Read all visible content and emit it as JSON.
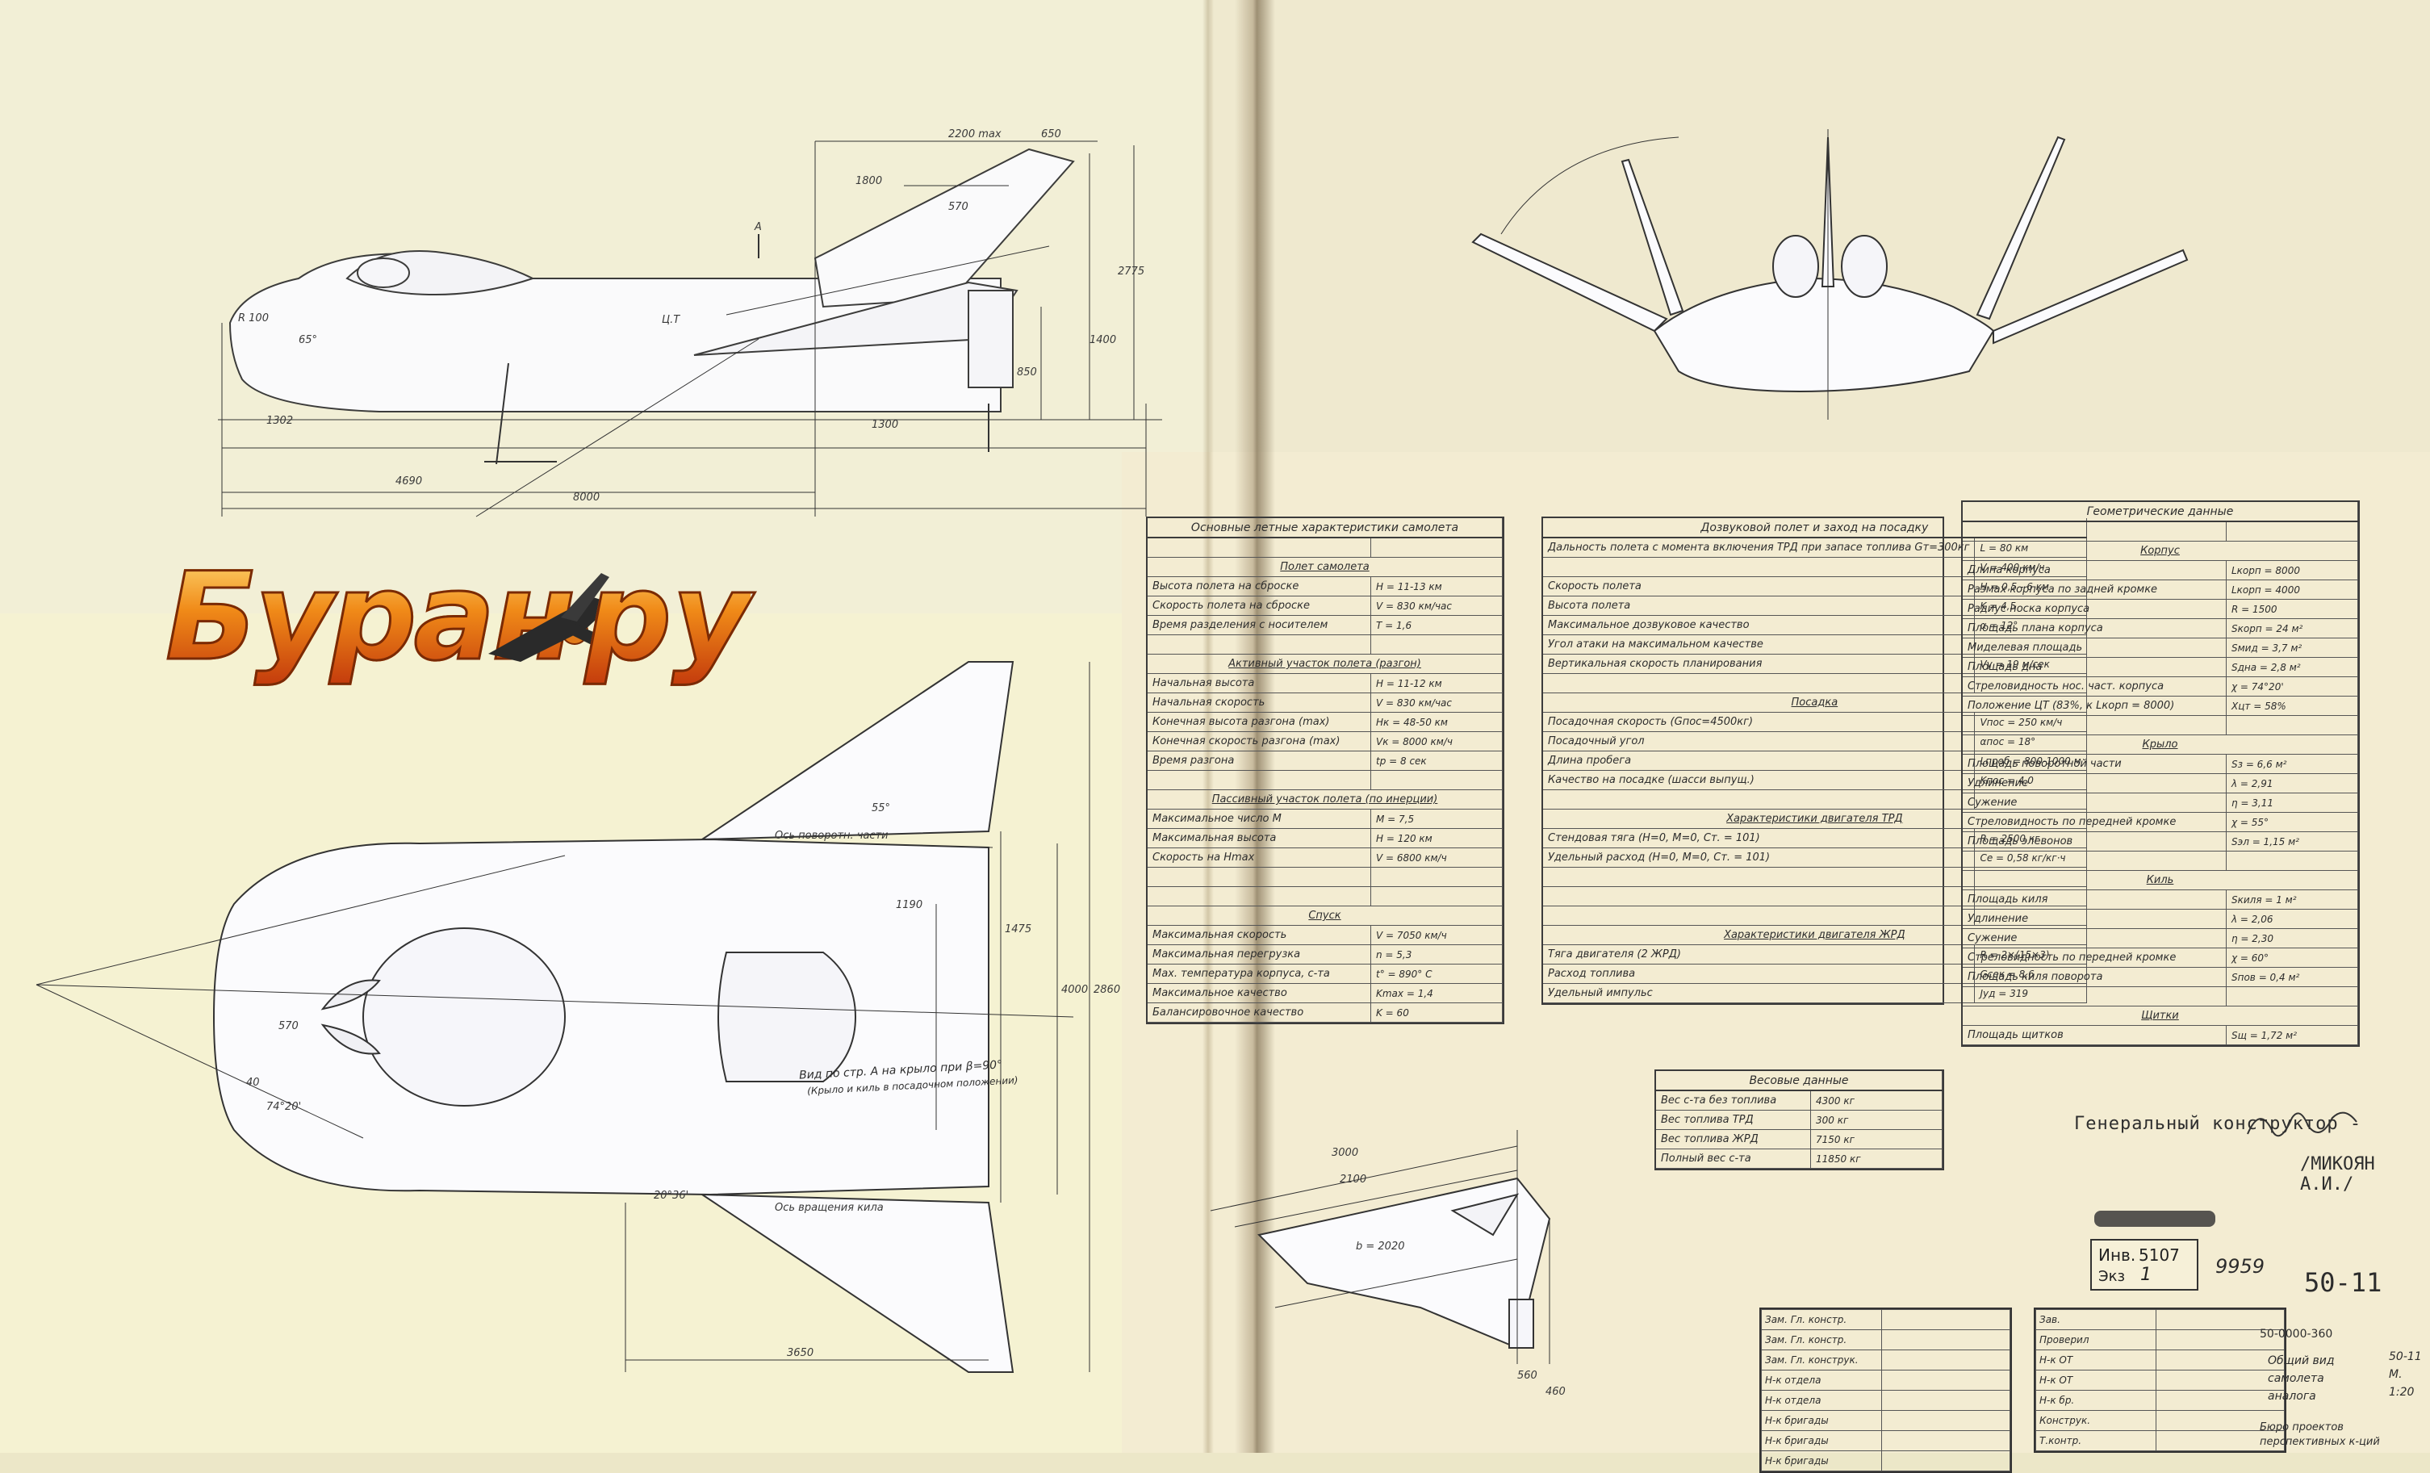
{
  "logo": {
    "text": "Буран",
    "reg": "®",
    "suffix": "ру"
  },
  "side_view_dims": {
    "d2200": "2200 max",
    "d650": "650",
    "d1800": "1800",
    "d570": "570",
    "d2775": "2775",
    "d1400": "1400",
    "d850": "850",
    "d1302": "1302",
    "d1300": "1300",
    "d4690": "4690",
    "d8000": "8000",
    "r100": "R 100",
    "ang65": "65°",
    "ct": "Ц.Т",
    "a": "А"
  },
  "plan_view_dims": {
    "d3650": "3650",
    "d4000": "4000",
    "d2860": "2860",
    "d1475": "1475",
    "d1190": "1190",
    "d570": "570",
    "d40": "40",
    "ang74": "74°20'",
    "ang55": "55°",
    "ang20": "20°36'",
    "axis1": "Ось поворотн. части",
    "axis2": "Ось вращения кила"
  },
  "table_main": {
    "title": "Основные летные характеристики самолета",
    "rows": [
      {
        "label": "",
        "value": ""
      },
      {
        "label": "Полет самолета",
        "value": "",
        "sec": true
      },
      {
        "label": "Высота полета на сброске",
        "value": "H = 11-13 км"
      },
      {
        "label": "Скорость полета на сброске",
        "value": "V = 830 км/час"
      },
      {
        "label": "Время разделения с носителем",
        "value": "T = 1,6"
      },
      {
        "label": "",
        "value": ""
      },
      {
        "label": "Активный участок полета (разгон)",
        "value": "",
        "sec": true
      },
      {
        "label": "Начальная высота",
        "value": "H = 11-12 км"
      },
      {
        "label": "Начальная скорость",
        "value": "V = 830 км/час"
      },
      {
        "label": "Конечная высота разгона (max)",
        "value": "Hк = 48-50 км"
      },
      {
        "label": "Конечная скорость разгона (max)",
        "value": "Vк = 8000 км/ч"
      },
      {
        "label": "Время разгона",
        "value": "tр = 8 сек"
      },
      {
        "label": "",
        "value": ""
      },
      {
        "label": "Пассивный участок полета (по инерции)",
        "value": "",
        "sec": true
      },
      {
        "label": "Максимальное число М",
        "value": "M = 7,5"
      },
      {
        "label": "Максимальная высота",
        "value": "H = 120 км"
      },
      {
        "label": "Скорость на Нmax",
        "value": "V = 6800 км/ч"
      },
      {
        "label": "",
        "value": ""
      },
      {
        "label": "",
        "value": ""
      },
      {
        "label": "Спуск",
        "value": "",
        "sec": true
      },
      {
        "label": "Максимальная скорость",
        "value": "V = 7050 км/ч"
      },
      {
        "label": "Максимальная перегрузка",
        "value": "n = 5,3"
      },
      {
        "label": "Мах. температура корпуса, с-та",
        "value": "t° = 890° С"
      },
      {
        "label": "Максимальное качество",
        "value": "Kmax = 1,4"
      },
      {
        "label": "Балансировочное качество",
        "value": "K = 60"
      }
    ]
  },
  "table_flight": {
    "title": "Дозвуковой полет и заход на посадку",
    "rows": [
      {
        "label": "Дальность полета с момента включения ТРД при запасе топлива Gт=300кг",
        "value": "L = 80 км"
      },
      {
        "label": "",
        "value": "V = 400 км/ч"
      },
      {
        "label": "Скорость полета",
        "value": "H = 0,5 - 6 км"
      },
      {
        "label": "Высота полета",
        "value": "K = 4,5"
      },
      {
        "label": "Максимальное дозвуковое качество",
        "value": "α = 12°"
      },
      {
        "label": "Угол атаки на максимальном качестве",
        "value": ""
      },
      {
        "label": "Вертикальная скорость планирования",
        "value": "Vy = 19 м/сек"
      },
      {
        "label": "",
        "value": ""
      },
      {
        "label": "Посадка",
        "value": "",
        "sec": true
      },
      {
        "label": "Посадочная скорость (Gпос=4500кг)",
        "value": "Vпос = 250 км/ч"
      },
      {
        "label": "Посадочный угол",
        "value": "αпос = 18°"
      },
      {
        "label": "Длина пробега",
        "value": "Lпроб = 800-1000 м"
      },
      {
        "label": "Качество на посадке (шасси выпущ.)",
        "value": "Kпос = 4,0"
      },
      {
        "label": "",
        "value": ""
      },
      {
        "label": "Характеристики двигателя ТРД",
        "value": "",
        "sec": true
      },
      {
        "label": "Стендовая тяга (H=0, M=0, Ст. = 101)",
        "value": "R = 2500 кг"
      },
      {
        "label": "Удельный расход (H=0, M=0, Ст. = 101)",
        "value": "Cе = 0,58 кг/кг·ч"
      },
      {
        "label": "",
        "value": ""
      },
      {
        "label": "",
        "value": ""
      },
      {
        "label": "",
        "value": ""
      },
      {
        "label": "Характеристики двигателя ЖРД",
        "value": "",
        "sec": true
      },
      {
        "label": "Тяга двигателя (2 ЖРД)",
        "value": "R = 2×(15×3)"
      },
      {
        "label": "Расход топлива",
        "value": "Gсек = 8,6"
      },
      {
        "label": "Удельный импульс",
        "value": "Jуд = 319"
      }
    ]
  },
  "table_geom": {
    "title": "Геометрические данные",
    "rows": [
      {
        "label": "",
        "value": ""
      },
      {
        "label": "Корпус",
        "value": "",
        "sec": true
      },
      {
        "label": "Длина корпуса",
        "value": "Lкорп = 8000"
      },
      {
        "label": "Размах корпуса по задней кромке",
        "value": "Lкорп = 4000"
      },
      {
        "label": "Радиус носка корпуса",
        "value": "R = 1500"
      },
      {
        "label": "Площадь плана корпуса",
        "value": "Sкорп = 24 м²"
      },
      {
        "label": "Миделевая площадь",
        "value": "Sмид = 3,7 м²"
      },
      {
        "label": "Площадь дна",
        "value": "Sдна = 2,8 м²"
      },
      {
        "label": "Стреловидность нос. част. корпуса",
        "value": "χ = 74°20'"
      },
      {
        "label": "Положение ЦТ (83%, к Lкорп = 8000)",
        "value": "Xцт = 58%"
      },
      {
        "label": "",
        "value": ""
      },
      {
        "label": "Крыло",
        "value": "",
        "sec": true
      },
      {
        "label": "Площадь поворотной части",
        "value": "Sз = 6,6 м²"
      },
      {
        "label": "Удлинение",
        "value": "λ = 2,91"
      },
      {
        "label": "Сужение",
        "value": "η = 3,11"
      },
      {
        "label": "Стреловидность по передней кромке",
        "value": "χ = 55°"
      },
      {
        "label": "Площадь элевонов",
        "value": "Sэл = 1,15 м²"
      },
      {
        "label": "",
        "value": ""
      },
      {
        "label": "Киль",
        "value": "",
        "sec": true
      },
      {
        "label": "Площадь киля",
        "value": "Sкиля = 1 м²"
      },
      {
        "label": "Удлинение",
        "value": "λ = 2,06"
      },
      {
        "label": "Сужение",
        "value": "η = 2,30"
      },
      {
        "label": "Стреловидность по передней кромке",
        "value": "χ = 60°"
      },
      {
        "label": "Площадь киля поворота",
        "value": "Sпов = 0,4 м²"
      },
      {
        "label": "",
        "value": ""
      },
      {
        "label": "Щитки",
        "value": "",
        "sec": true
      },
      {
        "label": "Площадь щитков",
        "value": "Sщ = 1,72 м²"
      }
    ]
  },
  "table_weight": {
    "title": "Весовые данные",
    "rows": [
      {
        "label": "Вес с-та без топлива",
        "value": "4300 кг"
      },
      {
        "label": "Вес топлива ТРД",
        "value": "300 кг"
      },
      {
        "label": "Вес топлива ЖРД",
        "value": "7150 кг"
      },
      {
        "label": "Полный вес с-та",
        "value": "11850 кг"
      }
    ]
  },
  "trim_note": "Вид по стр. А на крыло при β=90°",
  "trim_note2": "(Крыло и киль в посадочном положении)",
  "wing_view_dims": {
    "d3000": "3000",
    "d2100": "2100",
    "d2020": "b = 2020",
    "d560": "560",
    "d460": "460"
  },
  "designer": {
    "title": "Генеральный конструктор -",
    "name": "/МИКОЯН А.И./"
  },
  "inventory": {
    "inv_label": "Инв.",
    "inv_num": "5107",
    "ekz_label": "Экз",
    "ekz_num": "1",
    "hand_num": "9959",
    "doc_code": "50-11"
  },
  "sig_left": {
    "rows": [
      "Зам. Гл. констр.",
      "Зам. Гл. констр.",
      "Зам. Гл. конструк.",
      "Н-к отдела",
      "Н-к отдела",
      "Н-к бригады",
      "Н-к бригады",
      "Н-к бригады"
    ]
  },
  "sig_right": {
    "rows": [
      "Зав.",
      "Проверил",
      "Н-к ОТ",
      "Н-к ОТ",
      "Н-к бр.",
      "Конструк.",
      "Т.контр."
    ]
  },
  "title_block": {
    "drawing_num": "50-0000-360",
    "title": "Общий вид самолета аналога",
    "sheet": "50-11",
    "scale": "М. 1:20",
    "office": "Бюро проектов перспективных к-ций"
  }
}
